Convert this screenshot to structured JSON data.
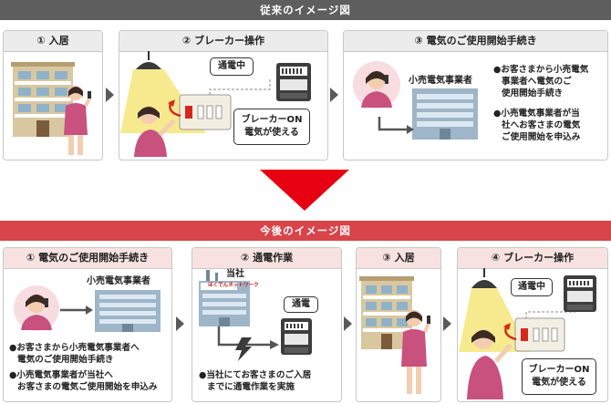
{
  "top_banner": "従来のイメージ図",
  "bottom_banner": "今後のイメージ図",
  "before": {
    "step1": "① 入居",
    "step2": "② ブレーカー操作",
    "step2_bubble_on": "通電中",
    "step2_bubble_lines": [
      "ブレーカーON",
      "電気が使える"
    ],
    "step3": "③ 電気のご使用開始手続き",
    "step3_label": "小売電気事業者",
    "step3_notes": [
      [
        "●お客さまから小売電気",
        "事業者へ電気のご",
        "使用開始手続き"
      ],
      [
        "●小売電気事業者が当",
        "社へお客さまの電気",
        "ご使用開始を申込み"
      ]
    ]
  },
  "after": {
    "step1": "① 電気のご使用開始手続き",
    "step1_label": "小売電気事業者",
    "step1_notes": [
      [
        "●お客さまから小売電気事業者へ",
        "電気のご使用開始手続き"
      ],
      [
        "●小売電気事業者が当社へ",
        "お客さまの電気ご使用開始を申込み"
      ]
    ],
    "step2": "② 通電作業",
    "step2_company": "当社",
    "step2_logo": "ほくでんネットワーク",
    "step2_bubble": "通電",
    "step2_notes": [
      "●当社にてお客さまのご入居",
      "までに通電作業を実施"
    ],
    "step3": "③ 入居",
    "step4": "④ ブレーカー操作",
    "step4_bubble_on": "通電中",
    "step4_bubble_lines": [
      "ブレーカーON",
      "電気が使える"
    ]
  },
  "colors": {
    "band_gray": "#5e5e5e",
    "band_red": "#d9434a",
    "big_arrow": "#e60012",
    "light": "#f6e67a",
    "skin": "#f3cdb0",
    "shirt": "#c9517d",
    "building": "#9fb5c8"
  },
  "icons": [
    "apartment-building-icon",
    "person-icon",
    "ceiling-lamp-icon",
    "breaker-panel-icon",
    "electric-meter-icon",
    "operator-person-icon",
    "office-building-icon",
    "lightning-icon",
    "flow-arrow-icon"
  ]
}
